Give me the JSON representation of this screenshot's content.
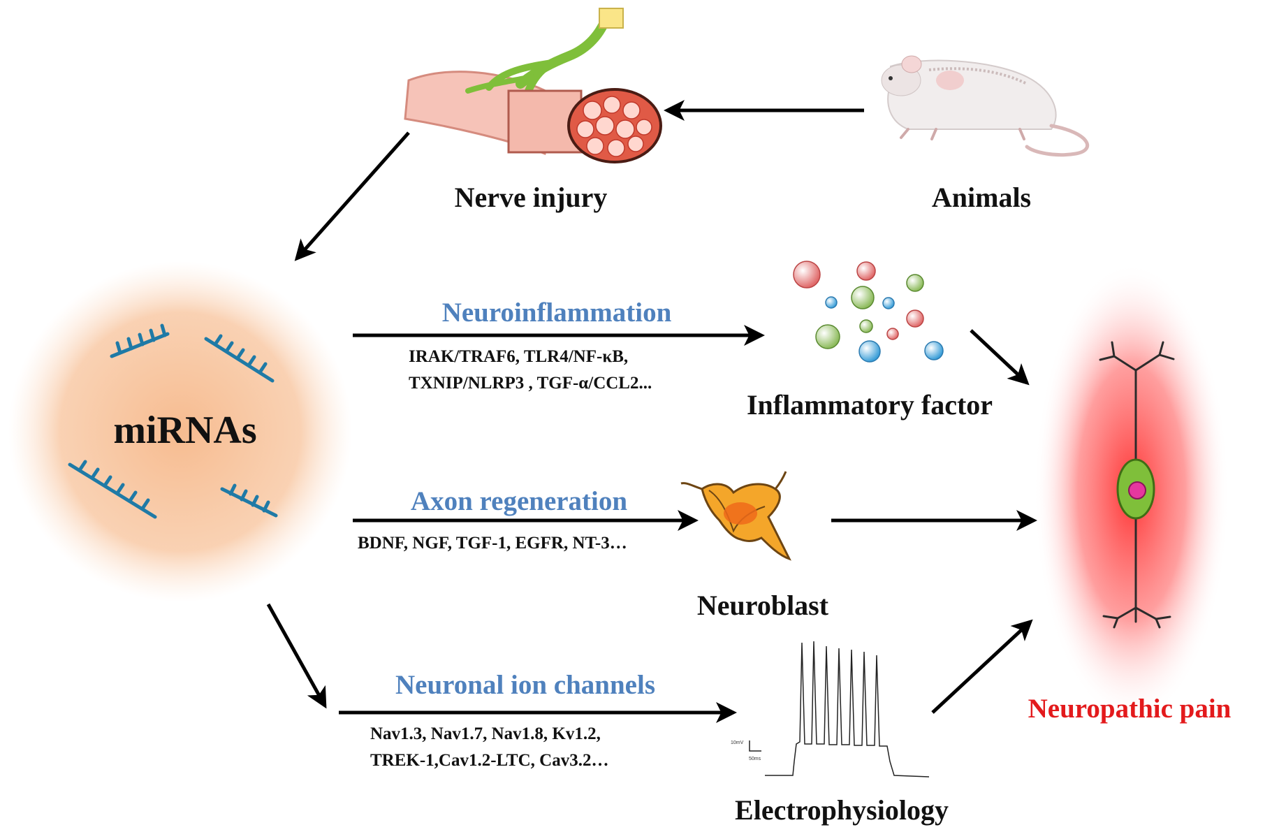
{
  "labels": {
    "nerve_injury": "Nerve injury",
    "animals": "Animals",
    "mirnas": "miRNAs",
    "inflammatory_factor": "Inflammatory  factor",
    "neuroblast": "Neuroblast",
    "electrophysiology": "Electrophysiology",
    "neuropathic_pain": "Neuropathic pain"
  },
  "pathways": {
    "neuroinflammation": {
      "title": "Neuroinflammation",
      "line1": "IRAK/TRAF6,  TLR4/NF-κB,",
      "line2": "TXNIP/NLRP3 , TGF-α/CCL2..."
    },
    "axon_regeneration": {
      "title": "Axon regeneration",
      "line1": "BDNF, NGF,  TGF-1,  EGFR,  NT-3…"
    },
    "ion_channels": {
      "title": "Neuronal ion channels",
      "line1": "Nav1.3, Nav1.7, Nav1.8, Kv1.2,",
      "line2": "TREK-1,Cav1.2-LTC,  Cav3.2…"
    }
  },
  "scale_bar": {
    "vertical": "10mV",
    "horizontal": "50ms"
  },
  "colors": {
    "pathway_title": "#4f81bd",
    "pain_label": "#e31a1c",
    "mirna_glow": "#f6b88a",
    "neuron_glow": "#ff3b3b",
    "mirna_strand": "#1f7aa6"
  }
}
